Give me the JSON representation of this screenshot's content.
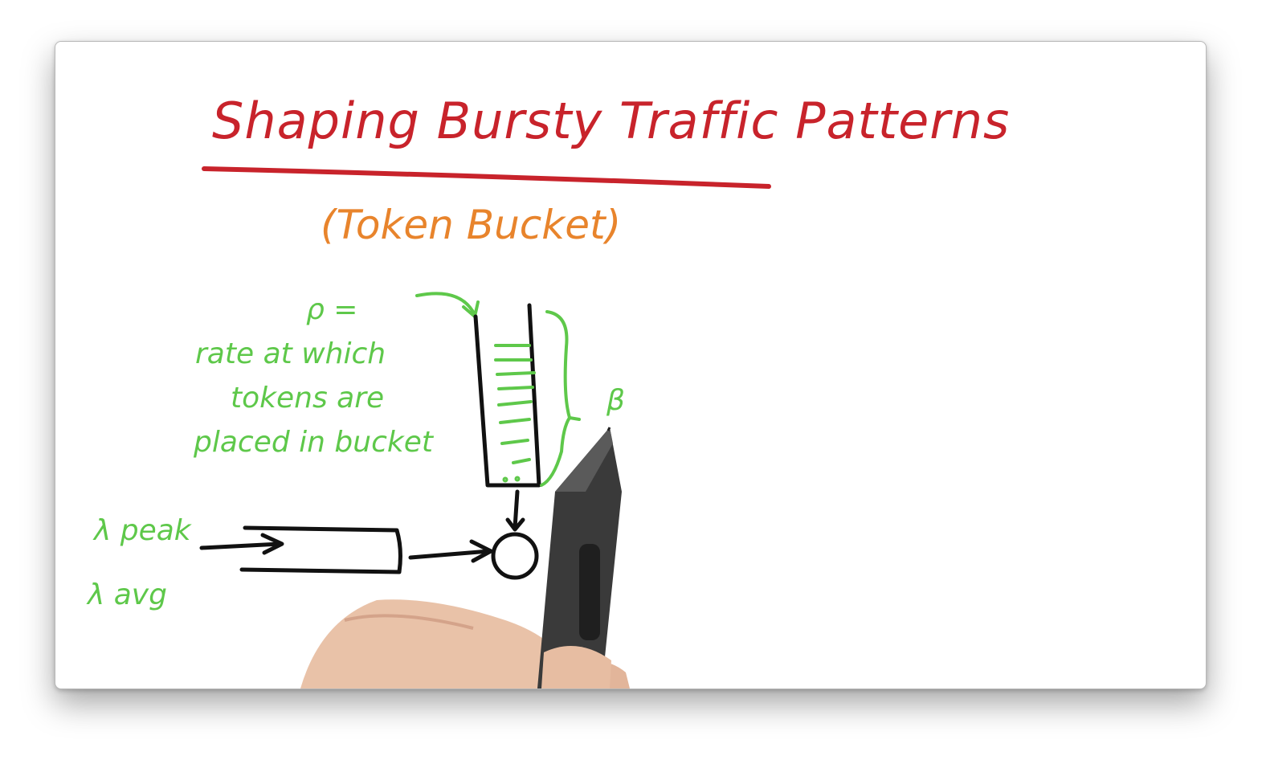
{
  "title": "Shaping Bursty Traffic Patterns",
  "subtitle": "(Token Bucket)",
  "rho_label": "ρ =",
  "rho_description": [
    "rate at which",
    "tokens are",
    "placed in bucket"
  ],
  "beta_label": "β",
  "lambda_peak_label": "λ peak",
  "lambda_avg_label": "λ avg",
  "colors": {
    "title": "#c8232b",
    "subtitle": "#e8842c",
    "annotations": "#5ec84a",
    "diagram": "#111111"
  }
}
